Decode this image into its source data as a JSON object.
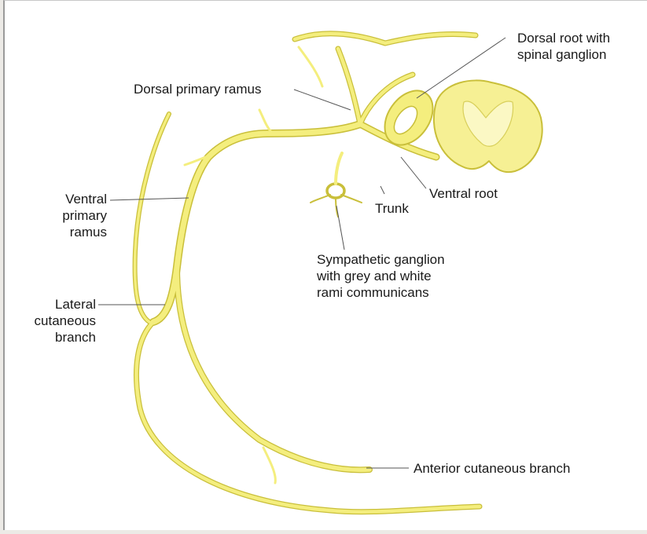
{
  "labels": {
    "dorsal_root": [
      "Dorsal root with",
      "spinal ganglion"
    ],
    "dorsal_primary_ramus": "Dorsal primary ramus",
    "ventral_primary_ramus": [
      "Ventral",
      "primary",
      "ramus"
    ],
    "ventral_root": "Ventral root",
    "trunk": "Trunk",
    "sympathetic_ganglion": [
      "Sympathetic ganglion",
      "with grey and white",
      "rami communicans"
    ],
    "lateral_cutaneous_branch": [
      "Lateral",
      "cutaneous",
      "branch"
    ],
    "anterior_cutaneous_branch": "Anterior cutaneous branch"
  },
  "colors": {
    "nerve": "#f4ee7e",
    "nerve_outline": "#c9bf3a",
    "cord_fill": "#f6f094",
    "grey_matter": "#fbf8c4",
    "leader_line": "#555555",
    "text": "#1a1a1a"
  }
}
